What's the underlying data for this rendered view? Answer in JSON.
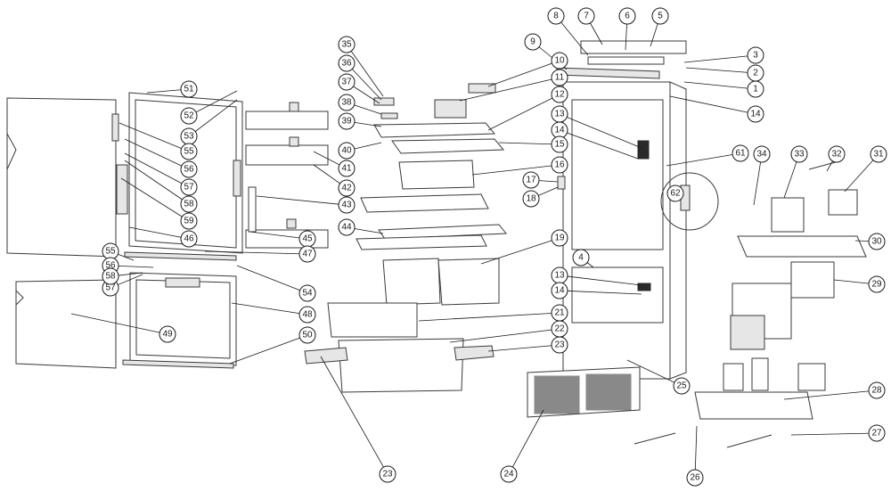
{
  "diagram": {
    "callouts": [
      "1",
      "2",
      "3",
      "4",
      "5",
      "6",
      "7",
      "8",
      "9",
      "10",
      "11",
      "12",
      "13",
      "14",
      "15",
      "16",
      "17",
      "18",
      "19",
      "21",
      "22",
      "23",
      "24",
      "25",
      "26",
      "27",
      "28",
      "29",
      "30",
      "31",
      "32",
      "33",
      "34",
      "35",
      "36",
      "37",
      "38",
      "39",
      "40",
      "41",
      "42",
      "43",
      "44",
      "45",
      "46",
      "47",
      "48",
      "49",
      "50",
      "51",
      "52",
      "53",
      "54",
      "55",
      "56",
      "57",
      "58",
      "59",
      "61",
      "62"
    ]
  }
}
